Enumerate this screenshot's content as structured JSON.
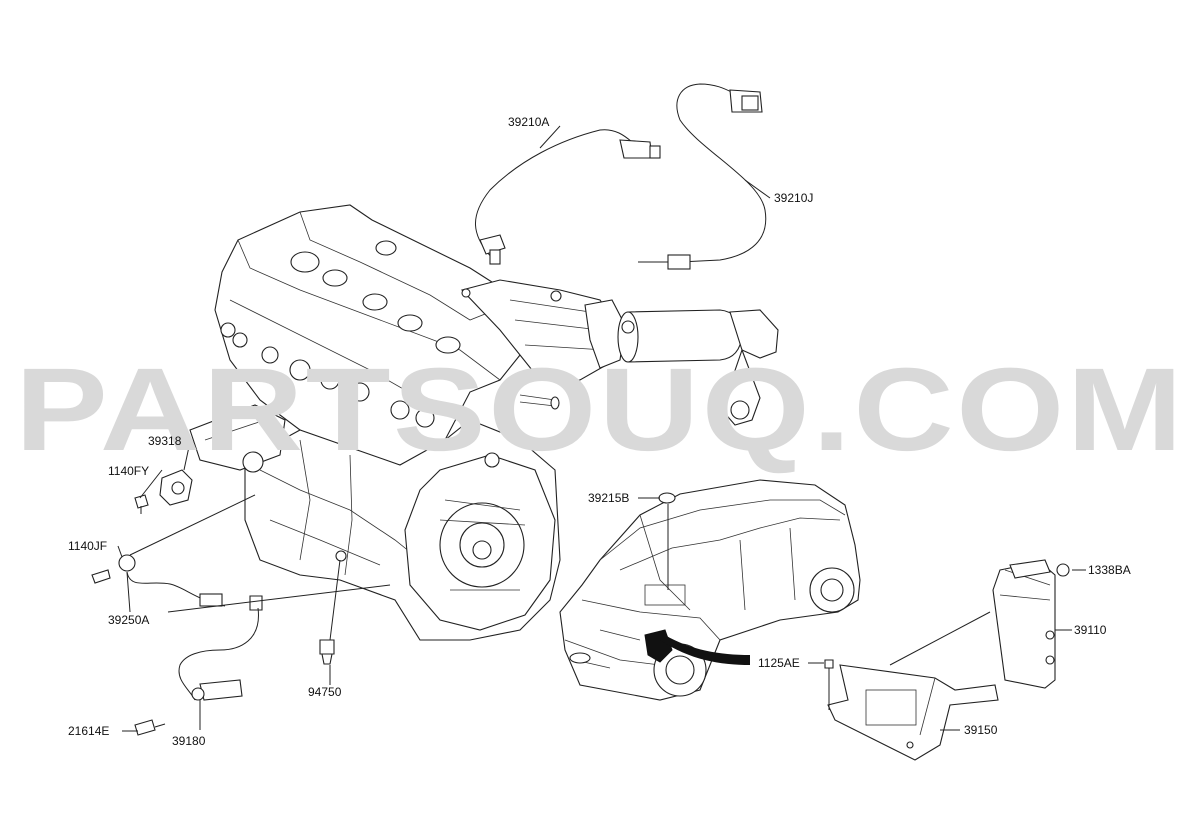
{
  "watermark": "PARTSOUQ.COM",
  "labels": {
    "p39210A": "39210A",
    "p39210J": "39210J",
    "p39318": "39318",
    "p1140FY": "1140FY",
    "p1140JF": "1140JF",
    "p39250A": "39250A",
    "p21614E": "21614E",
    "p39180": "39180",
    "p94750": "94750",
    "p39215B": "39215B",
    "p1125AE": "1125AE",
    "p1338BA": "1338BA",
    "p39110": "39110",
    "p39150": "39150"
  }
}
